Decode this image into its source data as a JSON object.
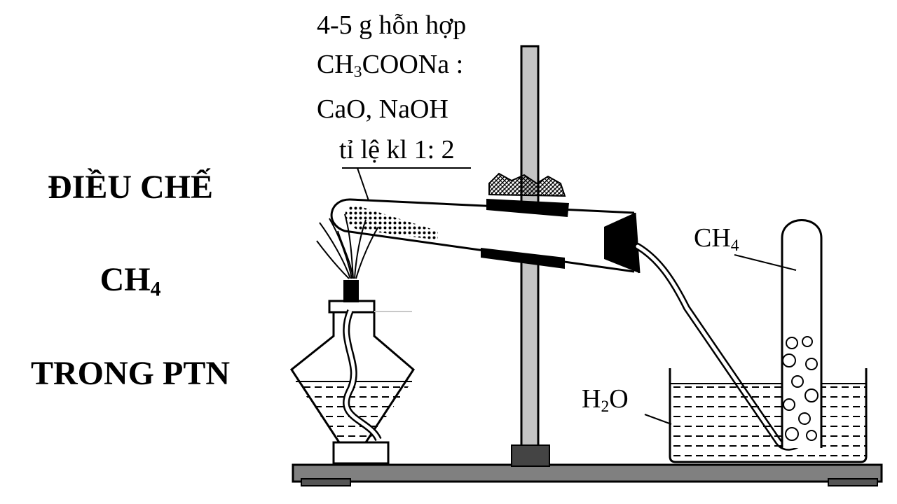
{
  "title": {
    "line1": "ĐIỀU CHẾ",
    "line2_main": "CH",
    "line2_sub": "4",
    "line3": "TRONG PTN"
  },
  "reagent_note": {
    "line1": "4-5 g hỗn hợp",
    "line2_pre": "CH",
    "line2_sub": "3",
    "line2_post": "COONa :",
    "line3": "CaO, NaOH",
    "line4": "tỉ lệ kl  1: 2"
  },
  "gas_label": {
    "main": "CH",
    "sub": "4"
  },
  "water_label": {
    "pre": "H",
    "sub": "2",
    "post": "O"
  },
  "colors": {
    "ink": "#000000",
    "stand": "#b0b0b0",
    "base": "#808080",
    "flame": "#ff0000"
  }
}
